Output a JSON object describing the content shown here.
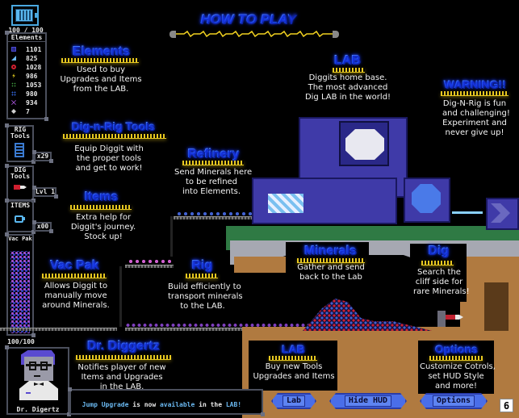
{
  "screen_title": "HOW TO PLAY",
  "hud": {
    "energy": "100 / 100",
    "elements_label": "Elements",
    "elements": [
      {
        "icon": "blue-square-element-icon",
        "color": "#2a2a8a",
        "value": "1101"
      },
      {
        "icon": "light-blue-wedge-element-icon",
        "color": "#6ab8f0",
        "value": "825"
      },
      {
        "icon": "red-ring-element-icon",
        "color": "#d02030",
        "value": "1028"
      },
      {
        "icon": "yellow-bolt-element-icon",
        "color": "#e8d020",
        "value": "986"
      },
      {
        "icon": "green-dots-element-icon",
        "color": "#40a040",
        "value": "1053"
      },
      {
        "icon": "blue-dots-element-icon",
        "color": "#3060d0",
        "value": "980"
      },
      {
        "icon": "purple-x-element-icon",
        "color": "#a050d0",
        "value": "934"
      },
      {
        "icon": "white-diamond-element-icon",
        "color": "#d0d0d0",
        "value": "7"
      }
    ],
    "rig_tools_label": "RIG Tools",
    "rig_tools_count": "x29",
    "dig_tools_label": "DIG Tools",
    "dig_tools_level": "Lvl 1",
    "items_label": "ITEMS",
    "items_count": "x00",
    "vac_pak_label": "Vac Pak",
    "vac_pak_capacity": "100/100",
    "portrait_name": "Dr. Digertz"
  },
  "sections": {
    "elements": {
      "title": "Elements",
      "lines": [
        "Used to buy",
        "Upgrades and Items",
        "from the LAB."
      ]
    },
    "dig_n_rig_tools": {
      "title": "Dig-n-Rig Tools",
      "lines": [
        "Equip Diggit with",
        "the proper tools",
        "and get to work!"
      ]
    },
    "items": {
      "title": "Items",
      "lines": [
        "Extra help for",
        "Diggit's journey.",
        "Stock up!"
      ]
    },
    "vac_pak": {
      "title": "Vac Pak",
      "lines": [
        "Allows Diggit to",
        "manually move",
        "around Minerals."
      ]
    },
    "dr_diggertz": {
      "title": "Dr. Diggertz",
      "lines": [
        "Notifies player of new",
        "Items and Upgrades",
        "in the LAB."
      ]
    },
    "lab_top": {
      "title": "LAB",
      "lines": [
        "Diggits home base.",
        "The most advanced",
        "Dig LAB in the world!"
      ]
    },
    "warning": {
      "title": "WARNING!!",
      "lines": [
        "Dig-N-Rig is fun",
        "and challenging!",
        "Experiment and",
        "never give up!"
      ]
    },
    "refinery": {
      "title": "Refinery",
      "lines": [
        "Send Minerals here",
        "to be refined",
        "into Elements."
      ]
    },
    "rig": {
      "title": "Rig",
      "lines": [
        "Build efficiently to",
        "transport minerals",
        "to the LAB."
      ]
    },
    "minerals": {
      "title": "Minerals",
      "lines": [
        "Gather and send",
        "back to the Lab"
      ]
    },
    "dig": {
      "title": "Dig",
      "lines": [
        "Search the",
        "cliff side for",
        "rare Minerals!"
      ]
    },
    "lab_bottom": {
      "title": "LAB",
      "lines": [
        "Buy new Tools",
        "Upgrades and Items"
      ]
    },
    "options": {
      "title": "Options",
      "lines": [
        "Customize Cotrols,",
        "set HUD Style",
        "and more!"
      ]
    }
  },
  "notification": {
    "highlight1": "Jump Upgrade",
    "text1": " is now ",
    "highlight2": "available",
    "text2": " in the ",
    "highlight3": "LAB!"
  },
  "buttons": {
    "lab": "Lab",
    "hide_hud": "Hide HUD",
    "options": "Options"
  },
  "page_number": "6",
  "colors": {
    "title_blue": "#3aa0ff",
    "wave_yellow": "#e8c820",
    "button_blue": "#4a6ee8",
    "lab_purple": "#3f3aa8",
    "grass_green": "#2f7a44",
    "dirt_brown": "#b07a40",
    "hud_frame": "#4b4f5c"
  }
}
